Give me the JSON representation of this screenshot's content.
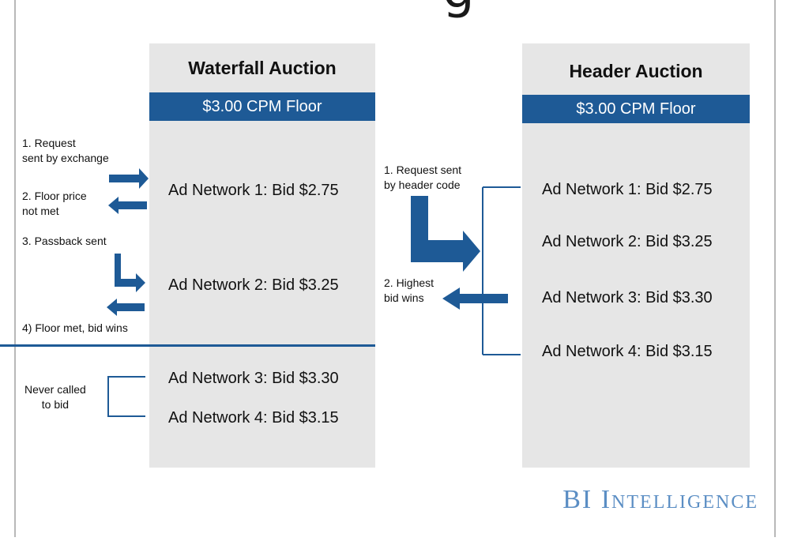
{
  "top_partial_glyph": "g",
  "waterfall": {
    "title": "Waterfall Auction",
    "floor": "$3.00 CPM Floor",
    "bids": [
      "Ad Network 1: Bid $2.75",
      "Ad Network 2: Bid $3.25",
      "Ad Network 3: Bid $3.30",
      "Ad Network 4: Bid $3.15"
    ],
    "notes": {
      "request": [
        "1. Request",
        "sent by exchange"
      ],
      "floor_not_met": [
        "2. Floor price",
        "not met"
      ],
      "passback": "3. Passback sent",
      "floor_met": "4) Floor met, bid wins",
      "never_called": [
        "Never called",
        "to bid"
      ]
    }
  },
  "header": {
    "title": "Header Auction",
    "floor": "$3.00 CPM Floor",
    "bids": [
      "Ad Network 1: Bid $2.75",
      "Ad Network 2: Bid $3.25",
      "Ad Network 3: Bid $3.30",
      "Ad Network 4: Bid $3.15"
    ],
    "notes": {
      "request": [
        "1. Request sent",
        "by header code"
      ],
      "highest": [
        "2. Highest",
        "bid wins"
      ]
    }
  },
  "brand": "BI Intelligence",
  "colors": {
    "accent_blue": "#1e5a96",
    "panel_gray": "#e6e6e6",
    "brand_blue": "#5b8ec4"
  }
}
